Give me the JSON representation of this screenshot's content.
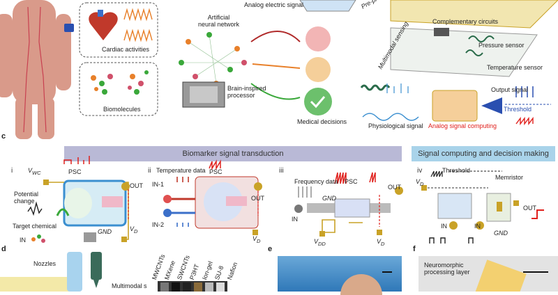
{
  "panel_b": {
    "cardiac_label": "Cardiac activities",
    "biomolecules_label": "Biomolecules",
    "ann_label": "Artificial\nneural network",
    "analog_signal_label": "Analog electric signal",
    "processor_label": "Brain-inspired\nprocessor",
    "medical_label": "Medical decisions",
    "preprocess_label": "Pre-process",
    "complementary_label": "Complementary circuits",
    "multimodal_label": "Multimodal sensing",
    "pressure_label": "Pressure sensor",
    "temperature_label": "Temperature sensor",
    "output_signal_label": "Output signal",
    "threshold_label": "Threshold",
    "physiological_label": "Physiological signal",
    "analog_computing_label": "Analog signal computing"
  },
  "panel_c": {
    "letter": "c",
    "band_left": "Biomarker signal transduction",
    "band_right": "Signal computing and decision making",
    "i": {
      "num": "i",
      "vwc": "V",
      "vwc_sub": "WC",
      "psc": "PSC",
      "potential": "Potential\nchange",
      "target": "Target chemical",
      "in": "IN",
      "out": "OUT",
      "gnd": "GND",
      "vd": "V",
      "vd_sub": "D"
    },
    "ii": {
      "num": "ii",
      "temp_data": "Temperature data",
      "psc": "PSC",
      "in1": "IN-1",
      "in2": "IN-2",
      "out": "OUT",
      "vd": "V",
      "vd_sub": "D"
    },
    "iii": {
      "num": "iii",
      "freq_data": "Frequency data",
      "psc": "PSC",
      "gnd": "GND",
      "in": "IN",
      "out": "OUT",
      "vdd": "V",
      "vdd_sub": "DD",
      "vd": "V",
      "vd_sub": "D"
    },
    "iv": {
      "num": "iv",
      "threshold": "Threshold",
      "memristor": "Memristor",
      "vd": "V",
      "vd_sub": "D",
      "out": "OUT",
      "in1": "IN",
      "in2": "IN",
      "gnd": "GND"
    }
  },
  "panel_d": {
    "letter": "d",
    "nozzles": "Nozzles",
    "multimodal": "Multimodal s",
    "materials": [
      "MWCNTs",
      "MXene",
      "SWCNTs",
      "P3HT",
      "Ion-gel",
      "SU-8",
      "Nafion"
    ]
  },
  "panel_e": {
    "letter": "e"
  },
  "panel_f": {
    "letter": "f",
    "neuromorphic": "Neuromorphic\nprocessing layer"
  },
  "colors": {
    "band_left": "#b9b9d6",
    "band_right": "#a9d3ea",
    "trace_red": "#e0201c",
    "trace_orange": "#e8802a",
    "gold": "#c9a227",
    "blue": "#2a4fb0",
    "green": "#3aa83a"
  }
}
